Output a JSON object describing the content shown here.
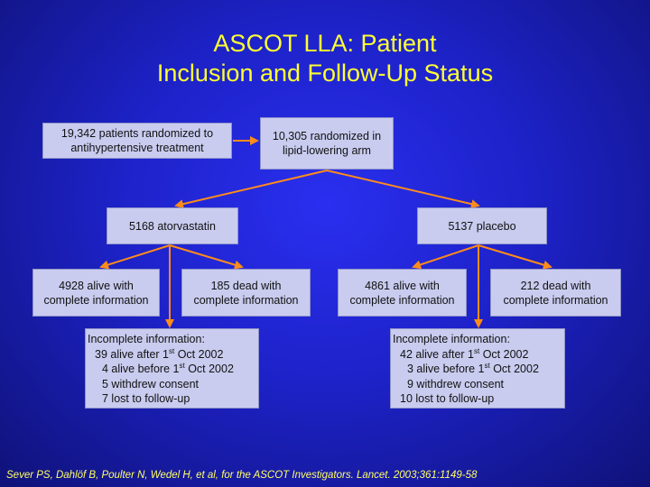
{
  "title": {
    "line1": "ASCOT LLA: Patient",
    "line2": "Inclusion and Follow-Up Status"
  },
  "boxes": {
    "randomized_total": [
      "19,342 patients randomized to",
      "antihypertensive treatment"
    ],
    "lipid_arm": [
      "10,305 randomized in",
      "lipid-lowering arm"
    ],
    "atorvastatin": "5168 atorvastatin",
    "placebo": "5137 placebo",
    "atorva_alive": [
      "4928 alive with",
      "complete information"
    ],
    "atorva_dead": [
      "185 dead with",
      "complete information"
    ],
    "placebo_alive": [
      "4861 alive with",
      "complete information"
    ],
    "placebo_dead": [
      "212 dead with",
      "complete information"
    ]
  },
  "incomplete_atorva": {
    "header": "Incomplete information:",
    "alive_after_a": "39 alive after 1",
    "alive_after_sup": "st",
    "alive_after_b": " Oct 2002",
    "alive_before_a": "4 alive before 1",
    "alive_before_sup": "st",
    "alive_before_b": " Oct 2002",
    "withdrew": "5 withdrew consent",
    "lost": "7 lost to follow-up"
  },
  "incomplete_placebo": {
    "header": "Incomplete information:",
    "alive_after_a": "42 alive after 1",
    "alive_after_sup": "st",
    "alive_after_b": " Oct 2002",
    "alive_before_a": "3 alive before 1",
    "alive_before_sup": "st",
    "alive_before_b": " Oct 2002",
    "withdrew": "9 withdrew consent",
    "lost": "10 lost to follow-up"
  },
  "citation": "Sever PS, Dahlöf B, Poulter N, Wedel H, et al, for the ASCOT Investigators. Lancet. 2003;361:1149-58",
  "colors": {
    "arrow": "#ff8c1a",
    "title": "#ffff33",
    "box_fill": "#c9ccef"
  }
}
